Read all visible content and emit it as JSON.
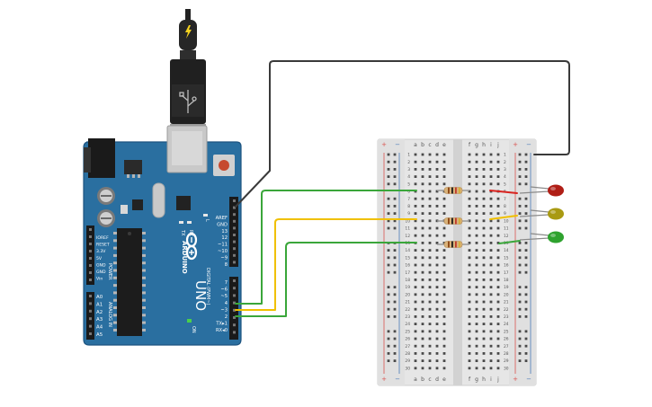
{
  "arduino": {
    "brand": "ARDUINO",
    "model": "UNO",
    "power_header_title": "POWER",
    "analog_header_title": "ANALOG IN",
    "digital_header_title": "DIGITAL (PWM~)",
    "power_labels": [
      "IOREF",
      "RESET",
      "3.3V",
      "5V",
      "GND",
      "GND",
      "Vin"
    ],
    "analog_labels": [
      "A0",
      "A1",
      "A2",
      "A3",
      "A4",
      "A5"
    ],
    "digital_labels_upper": [
      "AREF",
      "GND",
      "13",
      "12",
      "~11",
      "~10",
      "~9",
      "8"
    ],
    "digital_labels_lower": [
      "7",
      "~6",
      "~5",
      "4",
      "~3",
      "2",
      "TX▸1",
      "RX◂0"
    ],
    "tx_label": "TX",
    "rx_label": "RX",
    "l_label": "L",
    "on_label": "ON"
  },
  "breadboard": {
    "columns_left": [
      "a",
      "b",
      "c",
      "d",
      "e"
    ],
    "columns_right": [
      "f",
      "g",
      "h",
      "i",
      "j"
    ],
    "row_numbers": [
      "1",
      "2",
      "3",
      "4",
      "5",
      "6",
      "7",
      "8",
      "9",
      "10",
      "11",
      "12",
      "13",
      "14",
      "15",
      "16",
      "17",
      "18",
      "19",
      "20",
      "21",
      "22",
      "23",
      "24",
      "25",
      "26",
      "27",
      "28",
      "29",
      "30"
    ],
    "rail_plus": "+",
    "rail_minus": "−"
  },
  "colors": {
    "board": "#2a6fa0",
    "board_edge": "#1d5480",
    "breadboard": "#e6e6e6",
    "wire_black": "#3a3a3a",
    "wire_green": "#3aa63a",
    "wire_yellow": "#f0c000",
    "wire_red": "#d8231f",
    "led_red": "#b01e16",
    "led_yellow": "#a99a12",
    "led_green": "#2ea22e",
    "rail_red": "#d9534f",
    "rail_blue": "#4a7ab8"
  },
  "icons": [
    "usb-plug-icon",
    "bolt-icon",
    "arduino-infinity-logo-icon"
  ]
}
